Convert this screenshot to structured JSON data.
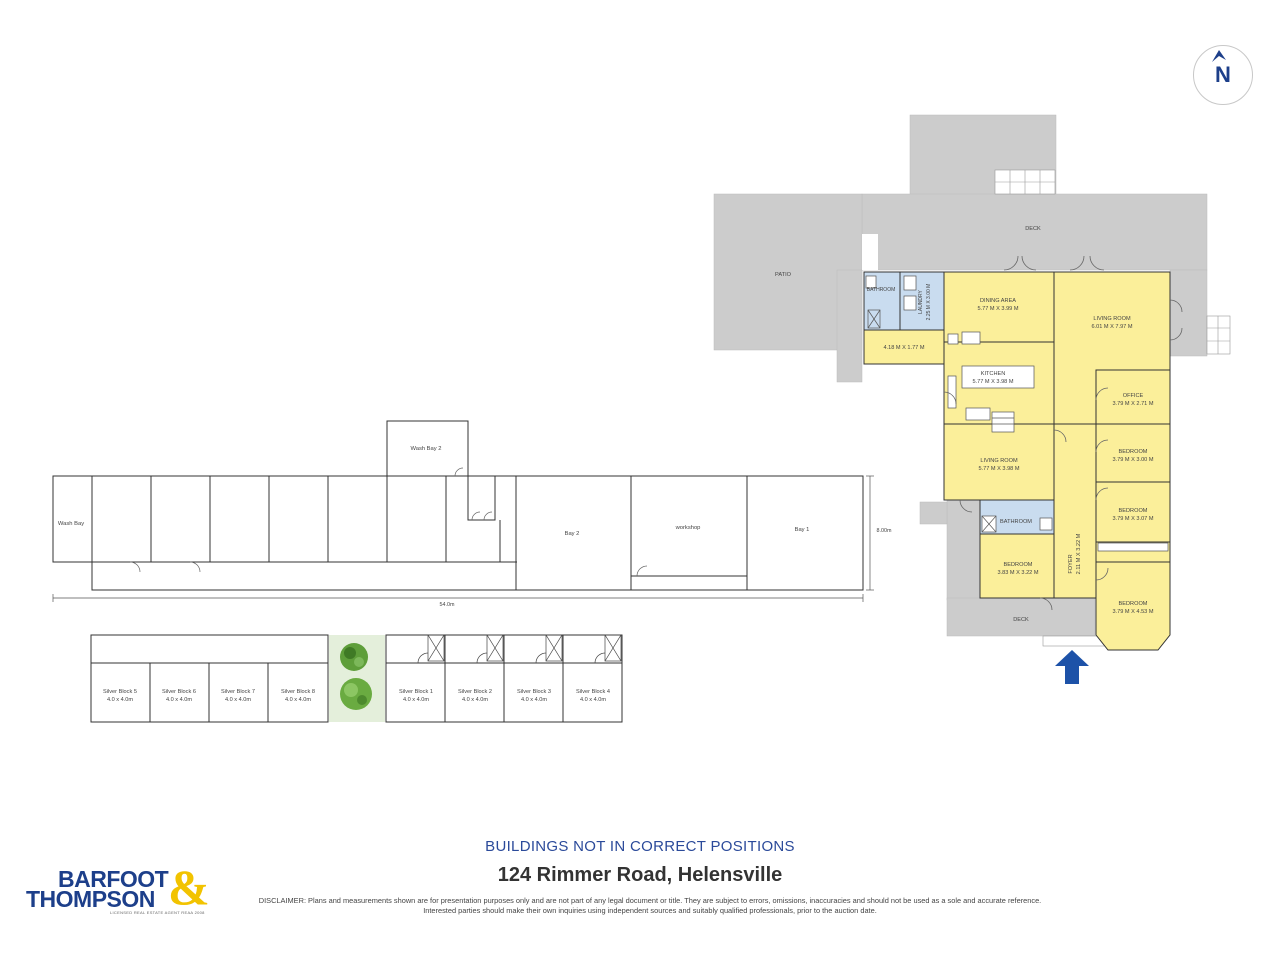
{
  "header": {
    "subtitle": "BUILDINGS NOT IN CORRECT POSITIONS",
    "title": "124 Rimmer Road, Helensville",
    "disclaimer": "DISCLAIMER: Plans and measurements shown are for presentation purposes only and are not part of any legal document or title. They are subject to errors, omissions, inaccuracies and should not be used as a sole and accurate reference. Interested parties should make their own inquiries using independent sources and suitably qualified professionals, prior to the auction date."
  },
  "logo": {
    "line1": "BARFOOT",
    "line2": "THOMPSON",
    "amp": "&",
    "tagline": "LICENSED REAL ESTATE AGENT REAA 2008",
    "gold": "#f2c300",
    "blue": "#1d3f8a"
  },
  "compass": {
    "label": "N"
  },
  "colors": {
    "room_fill": "#fbef9a",
    "wet_fill": "#c9dcef",
    "outdoor_fill": "#cccccc",
    "wall": "#333333",
    "entry_arrow": "#1d52a8",
    "tree": "#5e9e3a"
  },
  "house": {
    "deck_top": "DECK",
    "patio": "PATIO",
    "deck_bottom": "DECK",
    "rooms": {
      "bathroom_top": {
        "name": "BATHROOM"
      },
      "laundry": {
        "name": "LAUNDRY",
        "size": "2.25 M X 3.00 M"
      },
      "hall": {
        "size": "4.18 M X 1.77 M"
      },
      "dining": {
        "name": "DINING AREA",
        "size": "5.77 M X 3.99 M"
      },
      "living_top": {
        "name": "LIVING ROOM",
        "size": "6.01 M X 7.97 M"
      },
      "kitchen": {
        "name": "KITCHEN",
        "size": "5.77 M X 3.98 M"
      },
      "office": {
        "name": "OFFICE",
        "size": "3.79 M X 2.71 M"
      },
      "bedroom1": {
        "name": "BEDROOM",
        "size": "3.79 M X 3.00 M"
      },
      "living_bottom": {
        "name": "LIVING ROOM",
        "size": "5.77 M X 3.98 M"
      },
      "bathroom_bottom": {
        "name": "BATHROOM"
      },
      "bedroom2": {
        "name": "BEDROOM",
        "size": "3.79 M X 3.07 M"
      },
      "bedroom3": {
        "name": "BEDROOM",
        "size": "3.83 M X 3.22 M"
      },
      "foyer": {
        "name": "FOYER",
        "size": "2.11 M X 3.22 M"
      },
      "bedroom4": {
        "name": "BEDROOM",
        "size": "3.79 M X 4.53 M"
      }
    }
  },
  "shed": {
    "wash_bay": "Wash Bay",
    "wash_bay_2": "Wash Bay 2",
    "bay_2": "Bay 2",
    "workshop": "workshop",
    "bay_1": "Bay 1",
    "width_label": "54.0m",
    "depth_label": "8.00m"
  },
  "blocks": [
    {
      "name": "Silver Block 5",
      "size": "4.0 x 4.0m"
    },
    {
      "name": "Silver Block 6",
      "size": "4.0 x 4.0m"
    },
    {
      "name": "Silver Block 7",
      "size": "4.0 x 4.0m"
    },
    {
      "name": "Silver Block 8",
      "size": "4.0 x 4.0m"
    },
    {
      "name": "Silver Block 1",
      "size": "4.0 x 4.0m"
    },
    {
      "name": "Silver Block 2",
      "size": "4.0 x 4.0m"
    },
    {
      "name": "Silver Block 3",
      "size": "4.0 x 4.0m"
    },
    {
      "name": "Silver Block 4",
      "size": "4.0 x 4.0m"
    }
  ]
}
